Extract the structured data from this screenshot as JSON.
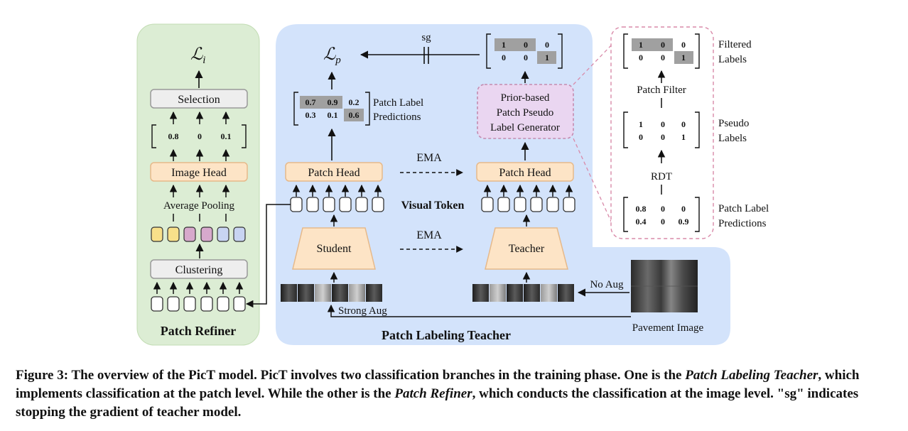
{
  "colors": {
    "refiner_bg": "#dcedd4",
    "refiner_border": "#b5d3a5",
    "teacher_bg": "#d3e3fb",
    "block_fill": "#fde4c6",
    "block_border": "#e6b98a",
    "gray_box_fill": "#eeeeee",
    "gray_box_border": "#9a9a9a",
    "highlight_cell": "#a0a0a0",
    "cluster_yellow": "#f8e08a",
    "cluster_pink": "#d7a9cc",
    "cluster_blue": "#c8d4f2",
    "token_fill": "#ffffff",
    "generator_fill": "#ead6f1",
    "dashed_pink": "#d98aa9"
  },
  "refiner": {
    "loss_symbol": "ℒ",
    "loss_sub": "i",
    "selection": "Selection",
    "scores": [
      "0.8",
      "0",
      "0.1"
    ],
    "image_head": "Image Head",
    "avg_pooling": "Average Pooling",
    "clustering": "Clustering",
    "title": "Patch Refiner"
  },
  "teacher": {
    "loss_symbol": "ℒ",
    "loss_sub": "p",
    "sg": "sg",
    "predictions": {
      "row1": [
        "0.7",
        "0.9",
        "0.2"
      ],
      "row2": [
        "0.3",
        "0.1",
        "0.6"
      ],
      "label_line1": "Patch Label",
      "label_line2": "Predictions"
    },
    "filtered_top": {
      "row1": [
        "1",
        "0",
        "0"
      ],
      "row2": [
        "0",
        "0",
        "1"
      ]
    },
    "generator_lines": [
      "Prior-based",
      "Patch Pseudo",
      "Label Generator"
    ],
    "patch_head": "Patch Head",
    "ema": "EMA",
    "visual_token": "Visual Token",
    "student": "Student",
    "teacher": "Teacher",
    "strong_aug": "Strong Aug",
    "no_aug": "No Aug",
    "pavement_image": "Pavement Image",
    "title": "Patch Labeling Teacher"
  },
  "detail": {
    "filtered": {
      "row1": [
        "1",
        "0",
        "0"
      ],
      "row2": [
        "0",
        "0",
        "1"
      ],
      "label_line1": "Filtered",
      "label_line2": "Labels"
    },
    "patch_filter": "Patch Filter",
    "pseudo": {
      "row1": [
        "1",
        "0",
        "0"
      ],
      "row2": [
        "0",
        "0",
        "1"
      ],
      "label_line1": "Pseudo",
      "label_line2": "Labels"
    },
    "rdt": "RDT",
    "predictions": {
      "row1": [
        "0.8",
        "0",
        "0"
      ],
      "row2": [
        "0.4",
        "0",
        "0.9"
      ],
      "label_line1": "Patch Label",
      "label_line2": "Predictions"
    }
  },
  "caption": {
    "part1": "Figure 3: The overview of the PicT model. PicT involves two classification branches in the training phase. One is the ",
    "em1": "Patch Labeling Teacher",
    "part2": ", which implements classification at the patch level. While the other is the ",
    "em2": "Patch Refiner",
    "part3": ", which conducts the classification at the image level. \"sg\" indicates stopping the gradient of teacher model."
  }
}
